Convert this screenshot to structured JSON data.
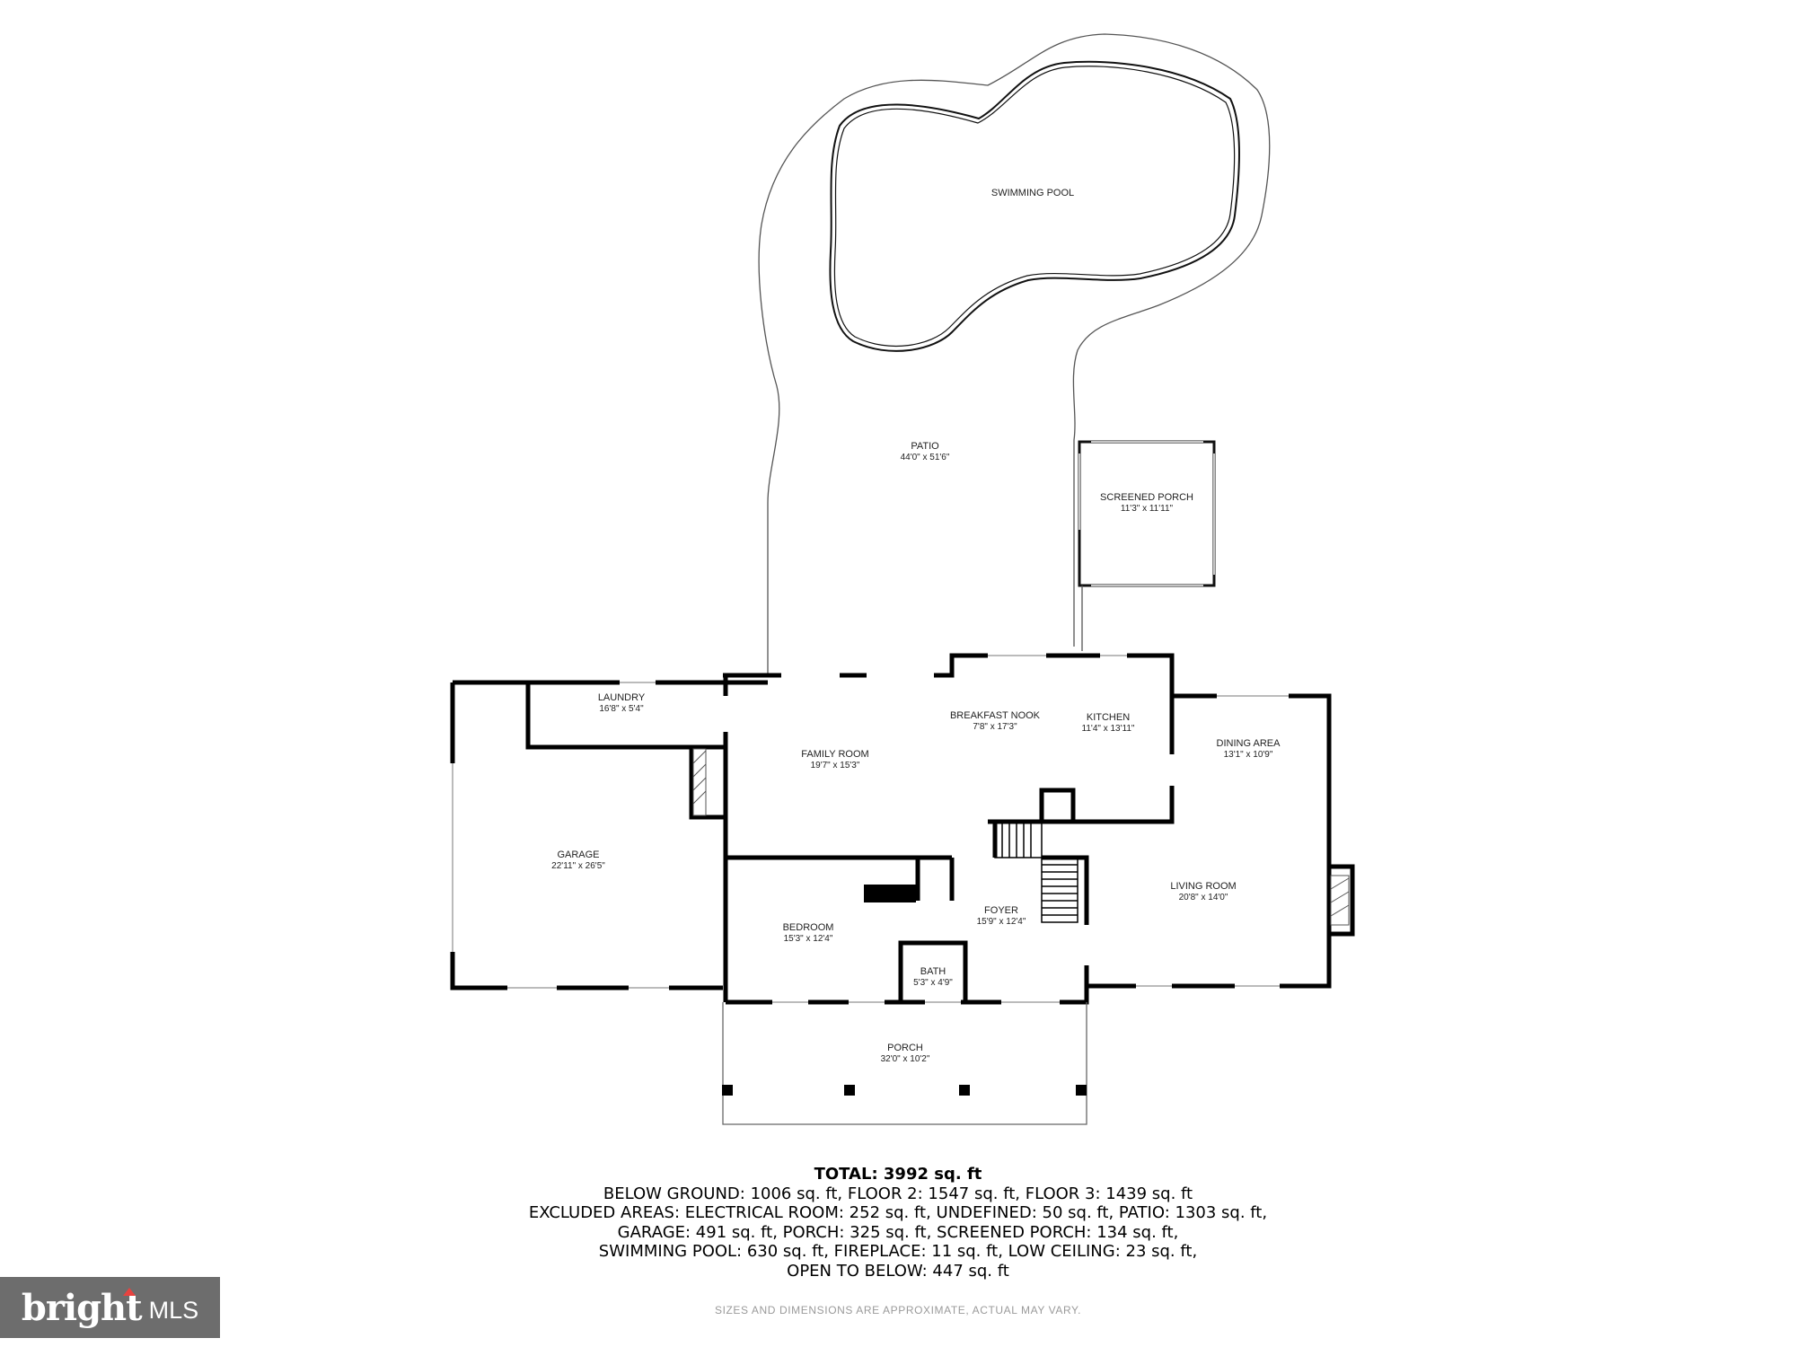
{
  "rooms": {
    "swimming_pool": {
      "name": "SWIMMING POOL"
    },
    "patio": {
      "name": "PATIO",
      "dims": "44'0\" x 51'6\""
    },
    "screened_porch": {
      "name": "SCREENED PORCH",
      "dims": "11'3\" x 11'11\""
    },
    "laundry": {
      "name": "LAUNDRY",
      "dims": "16'8\" x 5'4\""
    },
    "breakfast_nook": {
      "name": "BREAKFAST NOOK",
      "dims": "7'8\" x 17'3\""
    },
    "kitchen": {
      "name": "KITCHEN",
      "dims": "11'4\" x 13'11\""
    },
    "family_room": {
      "name": "FAMILY ROOM",
      "dims": "19'7\" x 15'3\""
    },
    "dining_area": {
      "name": "DINING AREA",
      "dims": "13'1\" x 10'9\""
    },
    "garage": {
      "name": "GARAGE",
      "dims": "22'11\" x 26'5\""
    },
    "living_room": {
      "name": "LIVING ROOM",
      "dims": "20'8\" x 14'0\""
    },
    "foyer": {
      "name": "FOYER",
      "dims": "15'9\" x 12'4\""
    },
    "bedroom": {
      "name": "BEDROOM",
      "dims": "15'3\" x 12'4\""
    },
    "bath": {
      "name": "BATH",
      "dims": "5'3\" x 4'9\""
    },
    "porch": {
      "name": "PORCH",
      "dims": "32'0\" x 10'2\""
    }
  },
  "totals": {
    "title": "TOTAL: 3992 sq. ft",
    "line1": "BELOW GROUND: 1006 sq. ft, FLOOR 2: 1547 sq. ft, FLOOR 3: 1439 sq. ft",
    "line2": "EXCLUDED AREAS: ELECTRICAL ROOM: 252 sq. ft, UNDEFINED: 50 sq. ft, PATIO: 1303 sq. ft,",
    "line3": "GARAGE: 491 sq. ft, PORCH: 325 sq. ft, SCREENED PORCH: 134 sq. ft,",
    "line4": "SWIMMING POOL: 630 sq. ft, FIREPLACE: 11 sq. ft, LOW CEILING: 23 sq. ft,",
    "line5": "OPEN TO BELOW: 447 sq. ft"
  },
  "disclaimer": "SIZES AND DIMENSIONS ARE APPROXIMATE, ACTUAL MAY VARY.",
  "logo": {
    "brand": "bright",
    "suffix": "MLS",
    "accent_color": "#e8423f",
    "background": "#6d6d6d"
  }
}
